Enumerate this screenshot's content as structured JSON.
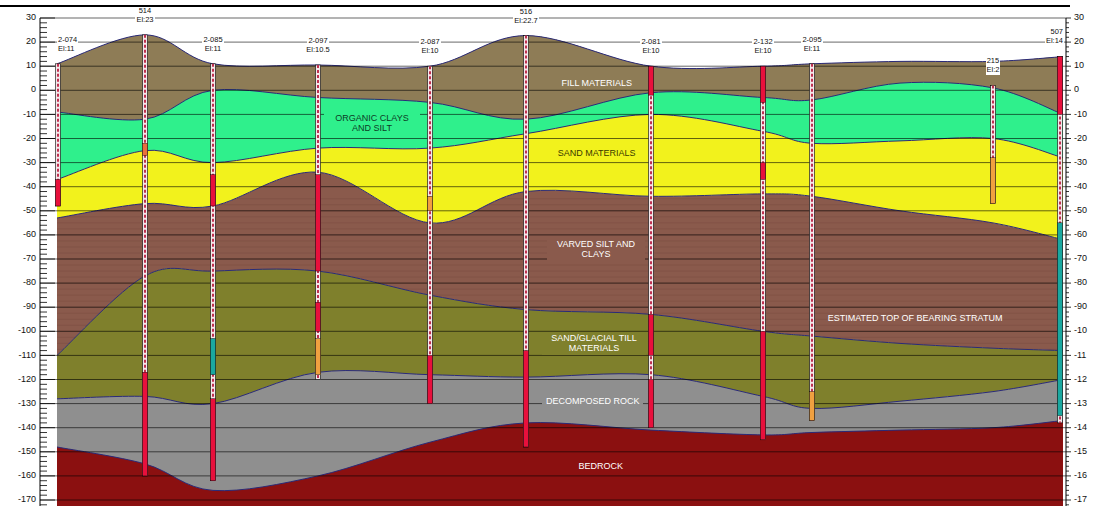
{
  "diagram": {
    "nodes": [
      {
        "text": [
          "FILL MATERIALS"
        ]
      },
      {
        "text": [
          "ORGANIC CLAYS AND SILT"
        ]
      },
      {
        "text": [
          "SAND MATERIALS"
        ]
      },
      {
        "text": [
          "VARVED SILT AND CLAYS"
        ]
      },
      {
        "text": [
          "SAND/GLACIAL TILL MATERIALS"
        ]
      },
      {
        "text": [
          "DECOMPOSED ROCK"
        ]
      },
      {
        "text": [
          "BEDROCK"
        ]
      }
    ],
    "labels": [
      "30",
      "20",
      "10",
      "0",
      "-10",
      "-20",
      "-30",
      "-40",
      "-50",
      "-60",
      "-70",
      "-80",
      "-90",
      "-100",
      "-110",
      "-120",
      "-130",
      "-140",
      "-150",
      "-160",
      "-170",
      "30",
      "20",
      "10",
      "0",
      "-10",
      "-20",
      "-30",
      "-40",
      "-50",
      "-60",
      "-70",
      "-80",
      "-90",
      "-10",
      "-11",
      "-12",
      "-13",
      "-14",
      "-15",
      "-16",
      "-17",
      "2-074",
      "El:11",
      "514",
      "El:23",
      "2-085",
      "El:11",
      "2-097",
      "El:10.5",
      "2-087",
      "El:10",
      "516",
      "El:22.7",
      "2-081",
      "El:10",
      "2-132",
      "El:10",
      "2-095",
      "El:11",
      "215",
      "El:2",
      "507",
      "El:14",
      "ESTIMATED TOP OF BEARING STRATUM"
    ]
  }
}
